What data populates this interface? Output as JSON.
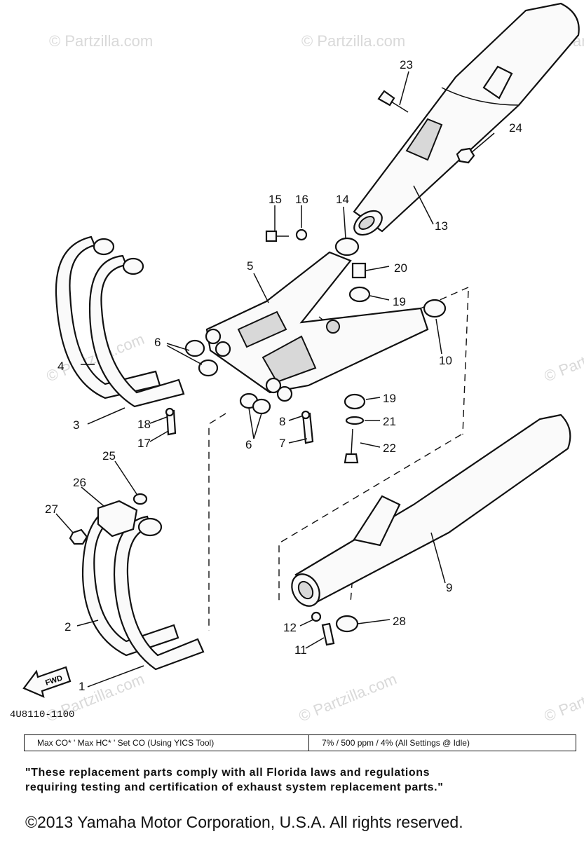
{
  "watermark": "© Partzilla.com",
  "callouts": {
    "c1": "1",
    "c2": "2",
    "c3": "3",
    "c4": "4",
    "c5": "5",
    "c6a": "6",
    "c6b": "6",
    "c7": "7",
    "c8": "8",
    "c9": "9",
    "c10": "10",
    "c11": "11",
    "c12": "12",
    "c13": "13",
    "c14": "14",
    "c15": "15",
    "c16": "16",
    "c17": "17",
    "c18": "18",
    "c19a": "19",
    "c19b": "19",
    "c20": "20",
    "c21": "21",
    "c22": "22",
    "c23": "23",
    "c24": "24",
    "c25": "25",
    "c26": "26",
    "c27": "27",
    "c28": "28"
  },
  "fwd_label": "FWD",
  "figure_code": "4U8110-1100",
  "spec_table": {
    "left": "Max CO* ' Max HC* ' Set CO (Using YICS Tool)",
    "right": "7% / 500 ppm / 4% (All Settings @ Idle)"
  },
  "compliance_note": "\"These replacement parts comply with all Florida laws and regulations requiring testing and certification of exhaust system replacement parts.\"",
  "copyright": "©2013  Yamaha Motor Corporation, U.S.A. All rights reserved."
}
